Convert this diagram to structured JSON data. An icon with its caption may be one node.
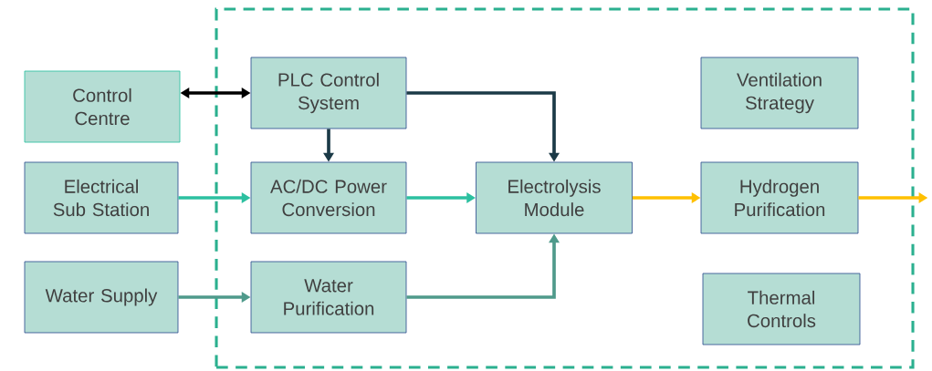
{
  "diagram": {
    "nodes": [
      {
        "text": [],
        "shape": "box"
      },
      {
        "text": [
          "PLC Control System"
        ],
        "in": 0
      },
      {
        "text": [
          "AC/DC Power Conversion"
        ],
        "in": 0
      },
      {
        "text": [
          "Water Purification"
        ],
        "in": 0
      },
      {
        "text": [
          "Electrolysis Module"
        ],
        "in": 0
      },
      {
        "text": [
          "Ventilation Strategy"
        ],
        "in": 0
      },
      {
        "text": [
          "Hydrogen Purification"
        ],
        "in": 0
      },
      {
        "text": [
          "Thermal Controls"
        ],
        "in": 0
      },
      {
        "text": [
          "Control Centre"
        ]
      },
      {
        "text": [
          "Electrical Sub Station"
        ]
      },
      {
        "text": [
          "Water Supply"
        ]
      }
    ],
    "edges": [
      {
        "from": 8,
        "to": 1,
        "arrow": "both",
        "color": "#000000"
      },
      {
        "from": 1,
        "to": 2,
        "arrow": "to",
        "color": "#1b3a47"
      },
      {
        "from": 1,
        "to": 4,
        "arrow": "to",
        "color": "#1b3a47"
      },
      {
        "from": 9,
        "to": 2,
        "arrow": "to",
        "color": "#2cc0a0"
      },
      {
        "from": 2,
        "to": 4,
        "arrow": "to",
        "color": "#2cc0a0"
      },
      {
        "from": 10,
        "to": 3,
        "arrow": "to",
        "color": "#4f9a8b"
      },
      {
        "from": 3,
        "to": 4,
        "arrow": "to",
        "color": "#4f9a8b"
      },
      {
        "from": 4,
        "to": 6,
        "arrow": "to",
        "color": "#ffc000"
      },
      {
        "from": 6,
        "to": null,
        "arrow": "to",
        "color": "#ffc000"
      }
    ]
  }
}
